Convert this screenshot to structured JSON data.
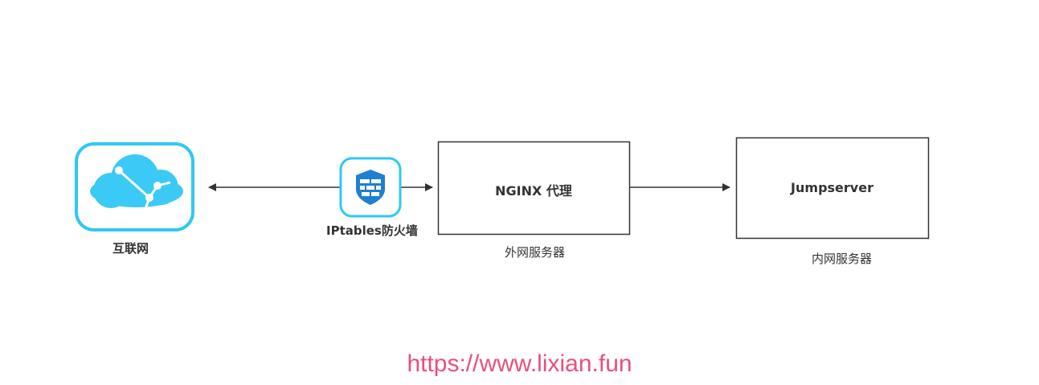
{
  "nodes": {
    "internet": {
      "label": "互联网",
      "icon": "cloud-network-icon"
    },
    "firewall": {
      "label": "IPtables防火墙",
      "icon": "firewall-shield-icon"
    },
    "nginx": {
      "label": "NGINX 代理",
      "caption": "外网服务器"
    },
    "jumpserver": {
      "label": "Jumpserver",
      "caption": "内网服务器"
    }
  },
  "watermark": {
    "text": "https://www.lixian.fun"
  },
  "colors": {
    "icon_border": "#2ec8f5",
    "cloud": "#3bcaf5",
    "shield": "#1f7fd0",
    "arrow": "#333333",
    "watermark": "#e8507c"
  }
}
